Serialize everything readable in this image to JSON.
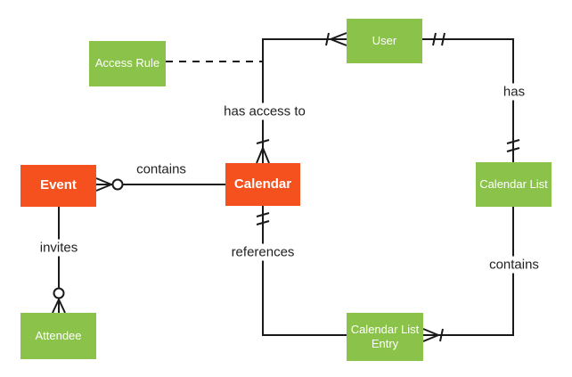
{
  "diagram": {
    "type": "entity-relationship",
    "background": "#ffffff"
  },
  "colors": {
    "entity_green": "#8bc34a",
    "entity_orange": "#f4511e",
    "entity_text": "#ffffff",
    "line": "#1a1a1a",
    "label_text": "#212121"
  },
  "entities": {
    "access_rule": {
      "label": "Access Rule",
      "color": "green"
    },
    "user": {
      "label": "User",
      "color": "green"
    },
    "event": {
      "label": "Event",
      "color": "orange"
    },
    "calendar": {
      "label": "Calendar",
      "color": "orange"
    },
    "calendar_list": {
      "label": "Calendar List",
      "color": "green"
    },
    "attendee": {
      "label": "Attendee",
      "color": "green"
    },
    "calendar_list_entry": {
      "label": "Calendar List Entry",
      "color": "green"
    }
  },
  "relationships": {
    "event_contains_calendar": {
      "label": "contains",
      "from": "Event",
      "to": "Calendar",
      "from_cardinality": "zero-or-many"
    },
    "calendar_has_access_to_user": {
      "label": "has access to",
      "from": "Calendar",
      "to": "User",
      "from_cardinality": "one-or-many",
      "to_cardinality": "one-or-many"
    },
    "user_has_calendar_list": {
      "label": "has",
      "from": "User",
      "to": "Calendar List",
      "from_cardinality": "one-and-only-one",
      "to_cardinality": "one-and-only-one"
    },
    "event_invites_attendee": {
      "label": "invites",
      "from": "Event",
      "to": "Attendee",
      "to_cardinality": "zero-or-many"
    },
    "calendar_references_entry": {
      "label": "references",
      "from": "Calendar",
      "to": "Calendar List Entry",
      "from_cardinality": "one-and-only-one"
    },
    "calendar_list_contains_entry": {
      "label": "contains",
      "from": "Calendar List",
      "to": "Calendar List Entry",
      "to_cardinality": "one-or-many"
    },
    "access_rule_link": {
      "label": "",
      "from": "Access Rule",
      "to": "has access to relationship",
      "style": "dashed"
    }
  }
}
